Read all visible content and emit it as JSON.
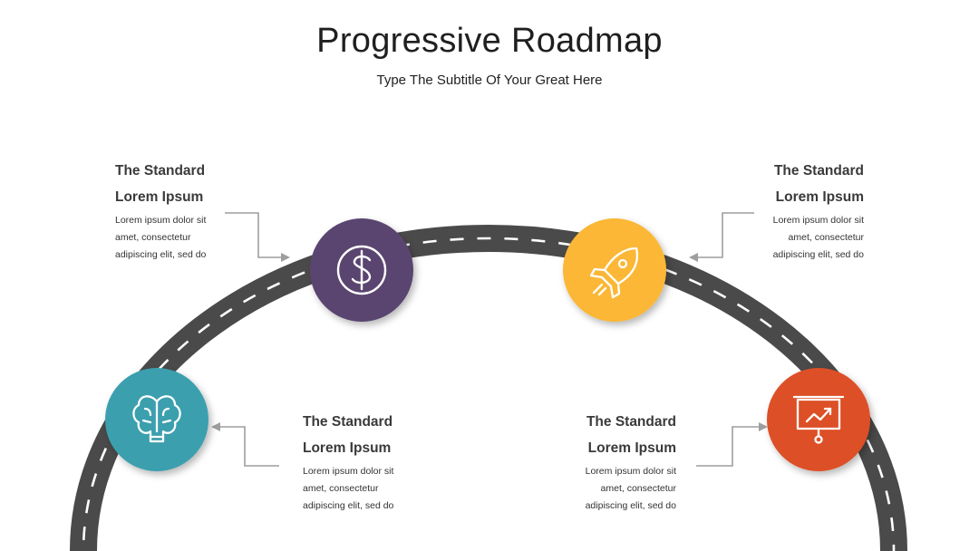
{
  "title": "Progressive Roadmap",
  "subtitle": "Type The Subtitle Of Your Great Here",
  "colors": {
    "road": "#4a4a4a",
    "connector": "#9e9e9e",
    "teal": "#3a9fae",
    "purple": "#5a4570",
    "yellow": "#fbb734",
    "orange": "#dd5027"
  },
  "steps": [
    {
      "heading_line1": "The Standard",
      "heading_line2": "Lorem Ipsum",
      "body_line1": "Lorem ipsum dolor sit",
      "body_line2": "amet, consectetur",
      "body_line3": "adipiscing elit, sed do",
      "icon": "brain-icon"
    },
    {
      "heading_line1": "The Standard",
      "heading_line2": "Lorem Ipsum",
      "body_line1": "Lorem ipsum dolor sit",
      "body_line2": "amet, consectetur",
      "body_line3": "adipiscing elit, sed do",
      "icon": "dollar-icon"
    },
    {
      "heading_line1": "The Standard",
      "heading_line2": "Lorem Ipsum",
      "body_line1": "Lorem ipsum dolor sit",
      "body_line2": "amet, consectetur",
      "body_line3": "adipiscing elit, sed do",
      "icon": "rocket-icon"
    },
    {
      "heading_line1": "The Standard",
      "heading_line2": "Lorem Ipsum",
      "body_line1": "Lorem ipsum dolor sit",
      "body_line2": "amet, consectetur",
      "body_line3": "adipiscing elit, sed do",
      "icon": "presentation-chart-icon"
    }
  ]
}
